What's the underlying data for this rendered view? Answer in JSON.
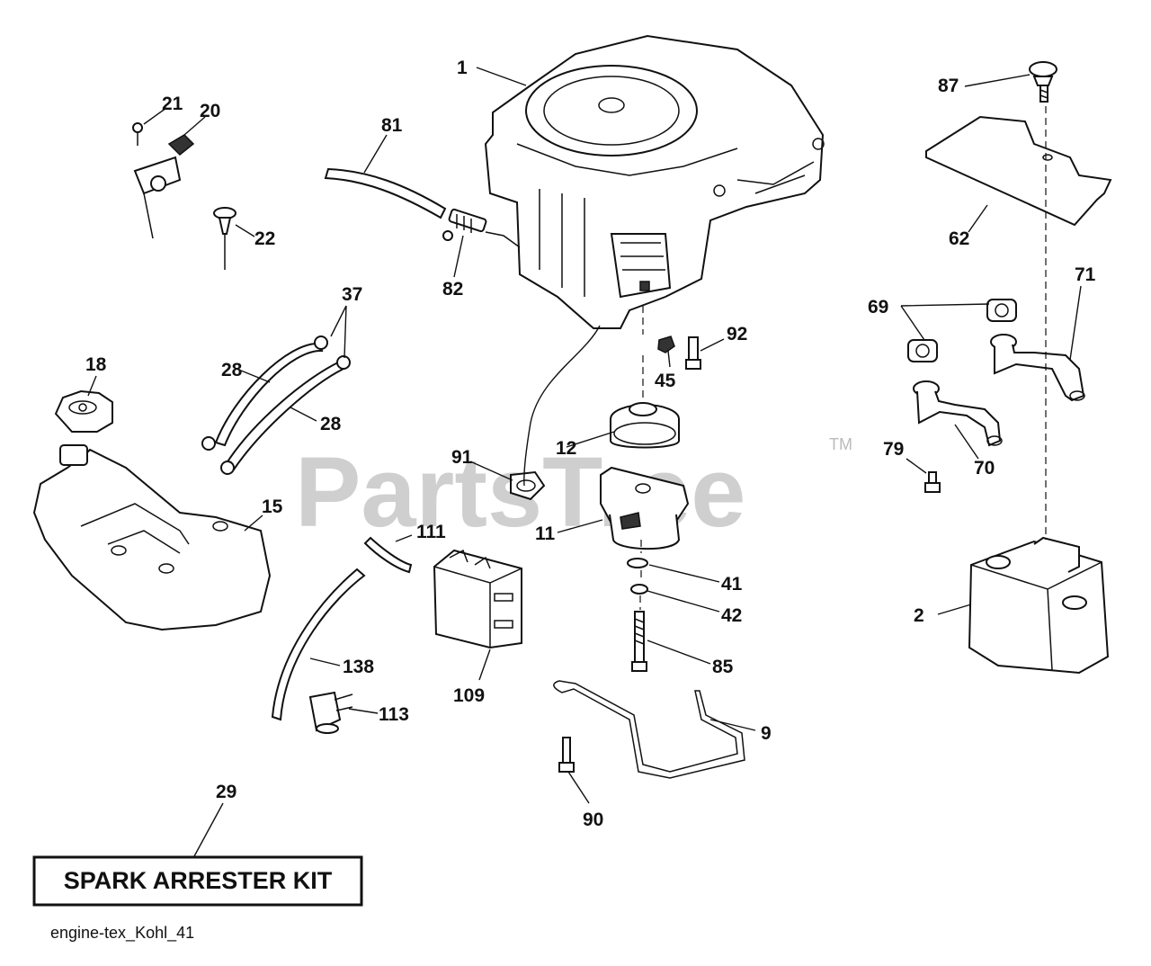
{
  "watermark": {
    "text": "PartsTree",
    "trademark": "TM"
  },
  "kit_label": "SPARK ARRESTER KIT",
  "reference": "engine-tex_Kohl_41",
  "callouts": {
    "c1": "1",
    "c2": "2",
    "c9": "9",
    "c11": "11",
    "c12": "12",
    "c15": "15",
    "c18": "18",
    "c20": "20",
    "c21": "21",
    "c22": "22",
    "c28a": "28",
    "c28b": "28",
    "c29": "29",
    "c37": "37",
    "c41": "41",
    "c42": "42",
    "c45": "45",
    "c62": "62",
    "c69": "69",
    "c70": "70",
    "c71": "71",
    "c79": "79",
    "c81": "81",
    "c82": "82",
    "c85": "85",
    "c87": "87",
    "c90": "90",
    "c91": "91",
    "c92": "92",
    "c109": "109",
    "c111": "111",
    "c113": "113",
    "c138": "138"
  },
  "icons": {
    "engine": "engine-icon",
    "muffler": "muffler-icon",
    "fuel_tank": "fuel-tank-icon",
    "clutch": "electric-clutch-icon",
    "regulator": "regulator-module-icon"
  },
  "colors": {
    "ink": "#111111",
    "watermark": "#cfcfcf",
    "background": "#ffffff"
  }
}
